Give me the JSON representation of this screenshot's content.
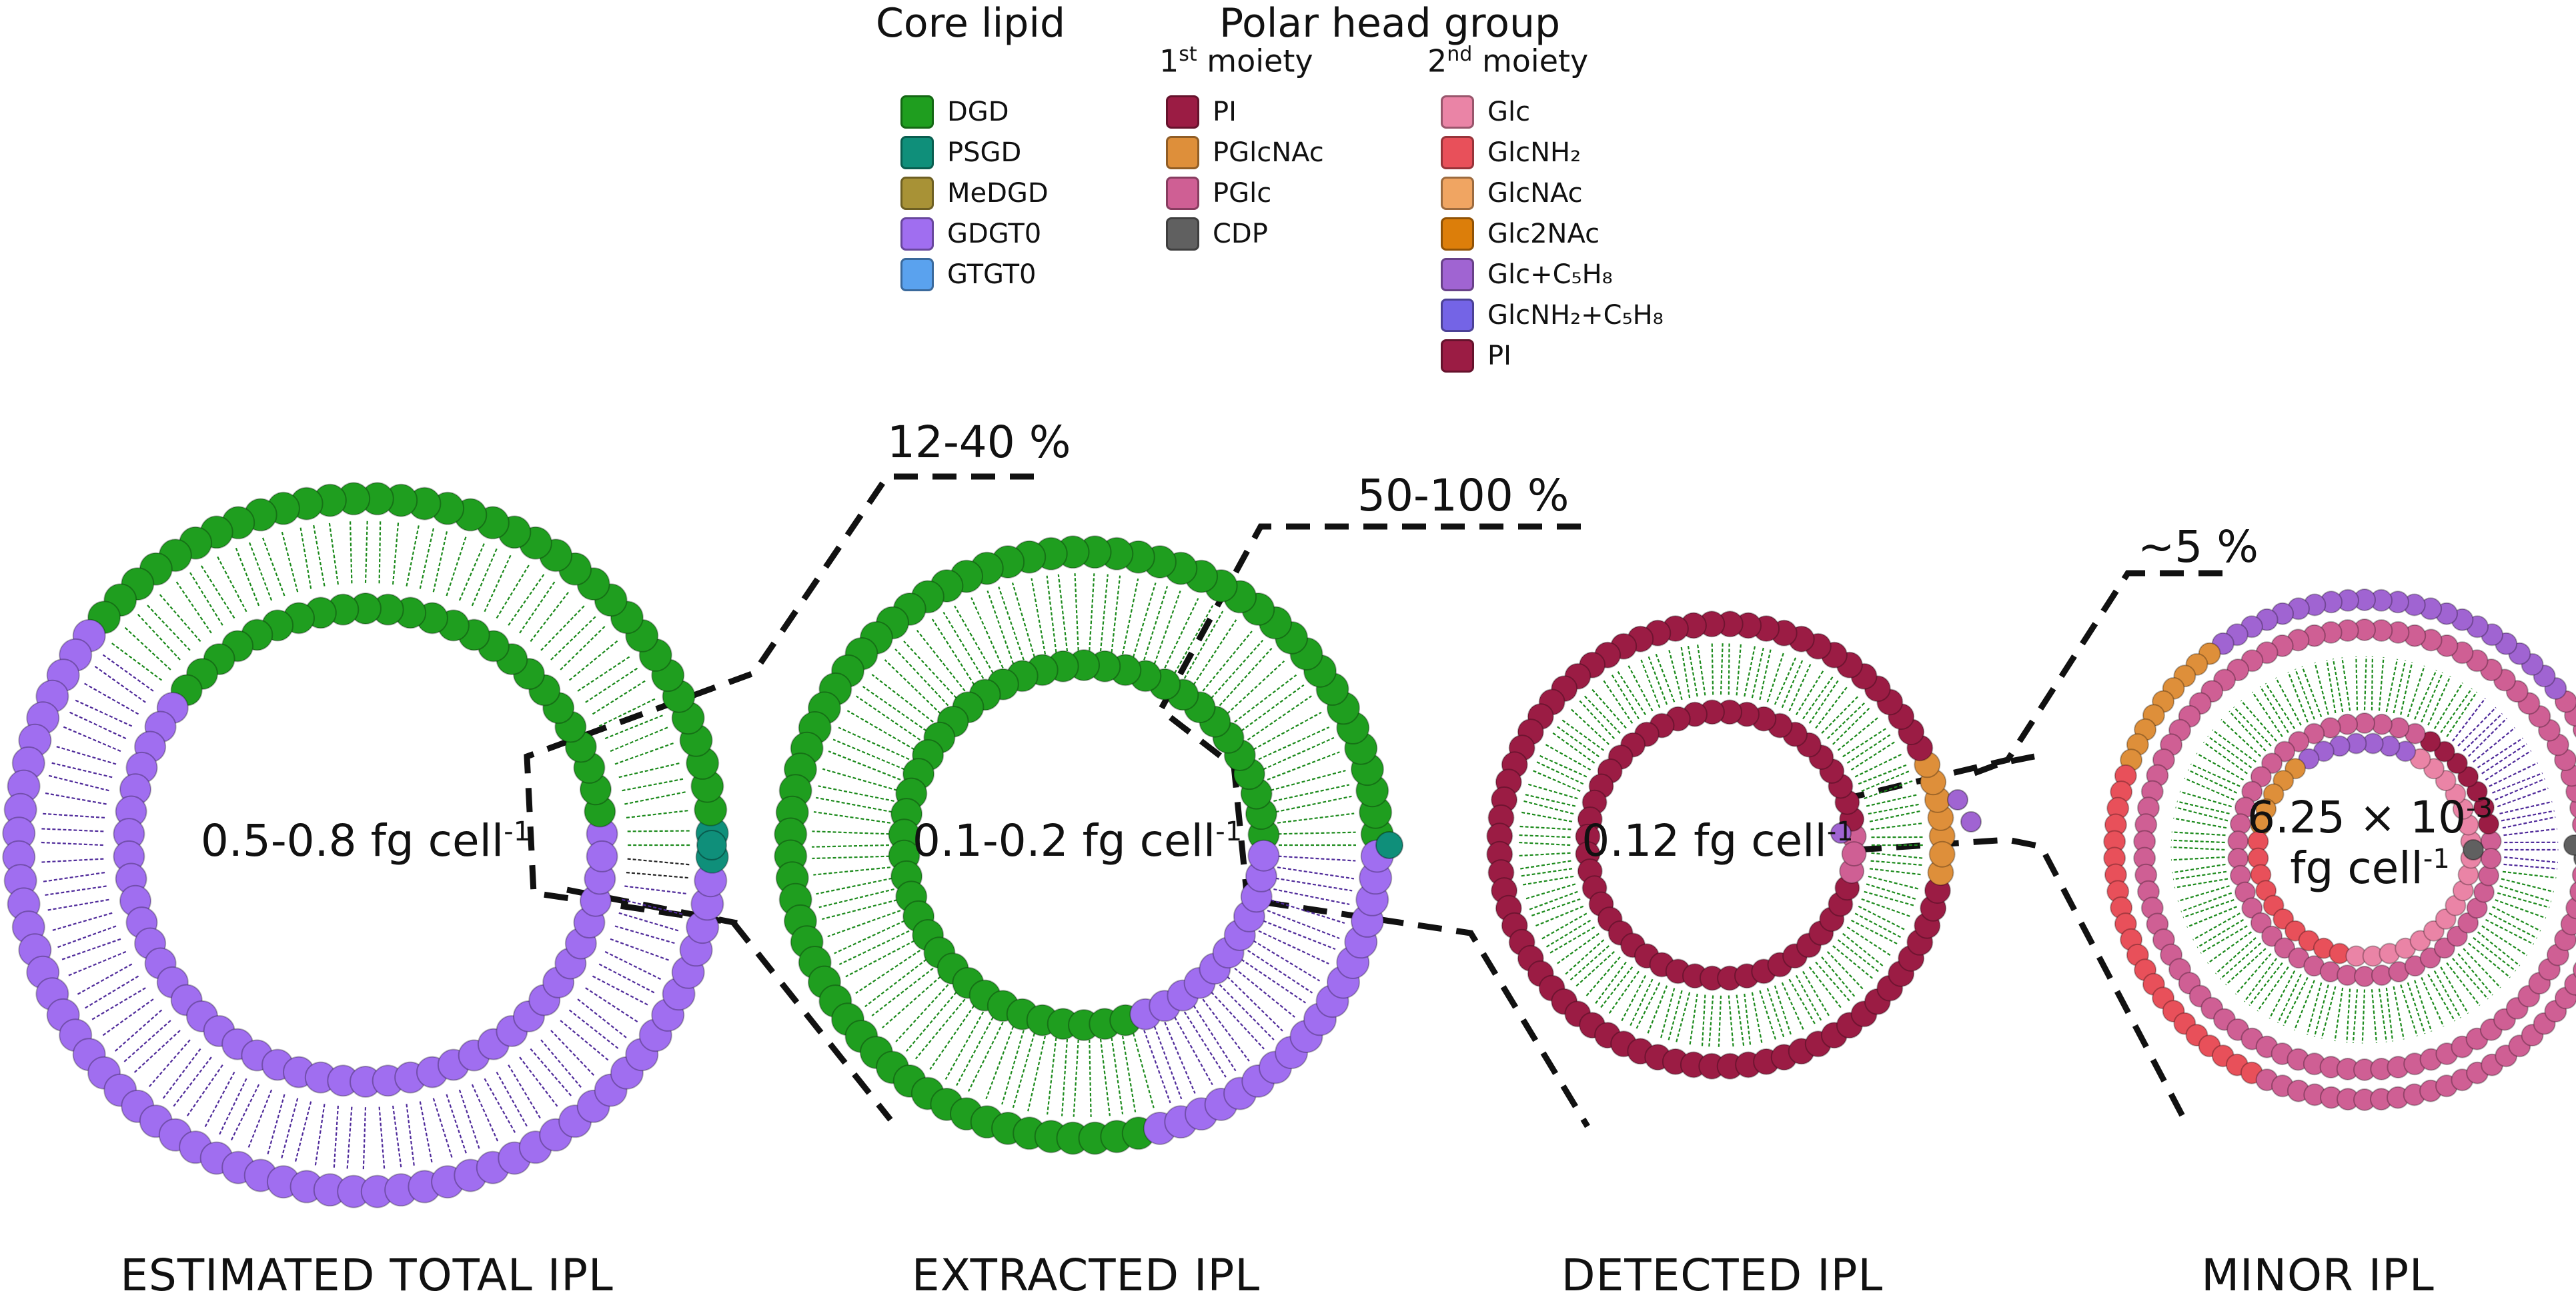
{
  "legend": {
    "core_title": "Core lipid",
    "polar_title": "Polar head group",
    "first_moiety": {
      "ord": "1",
      "sup": "st",
      "word": " moiety"
    },
    "second_moiety": {
      "ord": "2",
      "sup": "nd",
      "word": " moiety"
    },
    "core_items": [
      {
        "label": "DGD",
        "color": "#1f9e1f"
      },
      {
        "label": "PSGD",
        "color": "#0f8f7a"
      },
      {
        "label": "MeDGD",
        "color": "#a89236"
      },
      {
        "label": "GDGT0",
        "color": "#a06ef0"
      },
      {
        "label": "GTGT0",
        "color": "#5aa2ee"
      }
    ],
    "first_items": [
      {
        "label": "PI",
        "color": "#9b1c44"
      },
      {
        "label": "PGlcNAc",
        "color": "#de8f3a"
      },
      {
        "label": "PGlc",
        "color": "#cf5f94"
      },
      {
        "label": "CDP",
        "color": "#606060"
      }
    ],
    "second_items": [
      {
        "label": "Glc",
        "color": "#ea84a6"
      },
      {
        "label": "GlcNH₂",
        "color": "#e8505a"
      },
      {
        "label": "GlcNAc",
        "color": "#f0a562"
      },
      {
        "label": "Glc2NAc",
        "color": "#dc7e0a"
      },
      {
        "label": "Glc+C₅H₈",
        "color": "#a064d2"
      },
      {
        "label": "GlcNH₂+C₅H₈",
        "color": "#7464e6"
      },
      {
        "label": "PI",
        "color": "#9b1c44"
      }
    ]
  },
  "percentages": [
    "12-40 %",
    "50-100 %",
    "~5 %"
  ],
  "amounts": [
    {
      "main": "0.5-0.8 fg cell",
      "sup": "-1"
    },
    {
      "main": "0.1-0.2 fg cell",
      "sup": "-1"
    },
    {
      "main": "0.12 fg cell",
      "sup": "-1"
    },
    {
      "line1": "6.25 × 10",
      "sup": "-3",
      "line2": "fg cell",
      "sup2": "-1"
    }
  ],
  "panels": [
    "ESTIMATED TOTAL IPL",
    "EXTRACTED IPL",
    "DETECTED IPL",
    "MINOR IPL"
  ],
  "colors": {
    "dgd": "#1f9e1f",
    "dgd_edge": "#127812",
    "gdgt": "#a06ef0",
    "gdgt_edge": "#6a3cc0",
    "psgd": "#0f8f7a",
    "pi": "#9b1c44",
    "pglcnac": "#de8f3a",
    "pglc": "#cf5f94",
    "cdp": "#606060",
    "glc": "#ea84a6",
    "glcnh2": "#e8505a",
    "glcc5": "#a064d2",
    "glcnh2c5": "#7464e6",
    "tail_green": "#1c8a1c",
    "tail_purple": "#4f2a9a",
    "tail_dark": "#222222",
    "zoom_line": "#111111"
  }
}
